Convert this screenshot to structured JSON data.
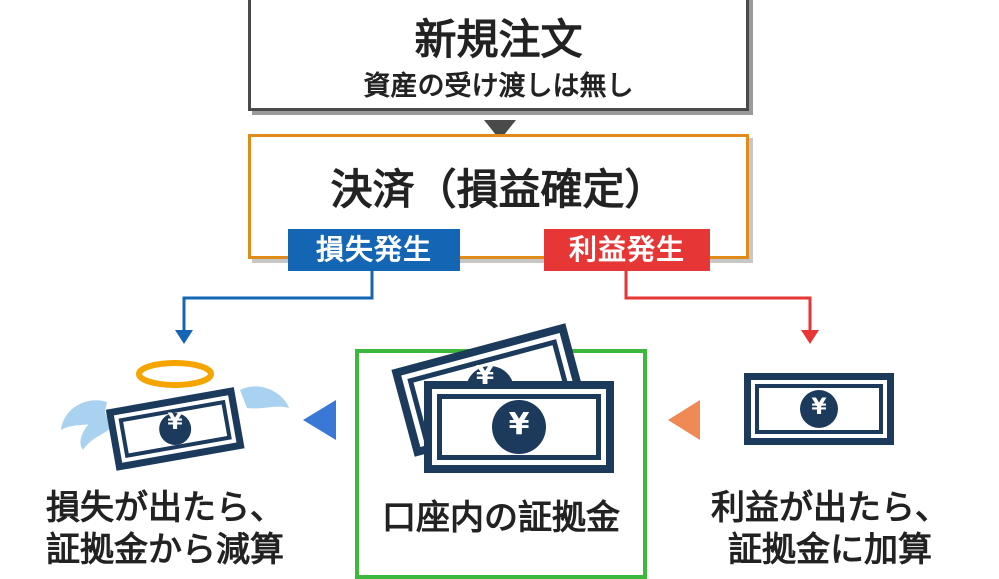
{
  "new_order": {
    "title": "新規注文",
    "subtitle": "資産の受け渡しは無し"
  },
  "settlement": {
    "title": "決済（損益確定）",
    "loss_badge": "損失発生",
    "profit_badge": "利益発生"
  },
  "margin": {
    "label": "口座内の証拠金"
  },
  "left_note": {
    "line1": "損失が出たら、",
    "line2": "証拠金から減算"
  },
  "right_note": {
    "line1": "利益が出たら、",
    "line2": "証拠金に加算"
  },
  "bill_symbol": "¥",
  "colors": {
    "loss": "#1565b5",
    "profit": "#e63636",
    "settle_border": "#e08c1a",
    "margin_border": "#3cb83c",
    "bill": "#1b3a5c",
    "left_arrow": "#3a78d6",
    "right_arrow": "#f08a55"
  }
}
